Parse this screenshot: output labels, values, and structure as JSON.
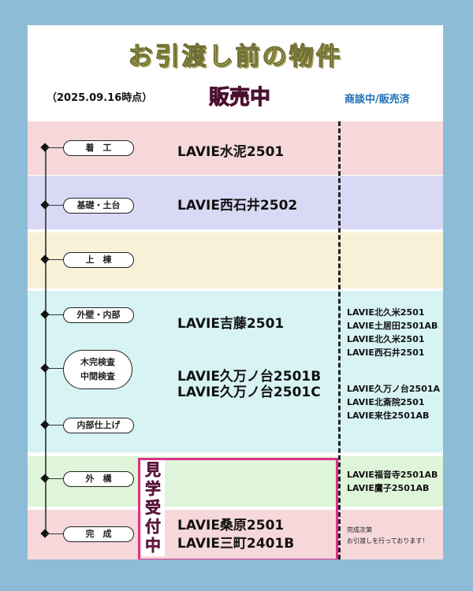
{
  "header": {
    "title": "お引渡し前の物件",
    "as_of": "（2025.09.16時点）",
    "on_sale_heading": "販売中",
    "negotiating_heading": "商談中/販売済"
  },
  "stages": [
    {
      "label": "着　工"
    },
    {
      "label": "基礎・土台"
    },
    {
      "label": "上　棟"
    },
    {
      "label": "外壁・内部"
    },
    {
      "label_line1": "木完検査",
      "label_line2": "中間検査"
    },
    {
      "label": "内部仕上げ"
    },
    {
      "label": "外　構"
    },
    {
      "label": "完　成"
    }
  ],
  "on_sale": {
    "chakko": "LAVIE水泥2501",
    "kiso": "LAVIE西石井2502",
    "gaiheki": "LAVIE吉藤2501",
    "kanken_1": "LAVIE久万ノ台2501B",
    "kanken_2": "LAVIE久万ノ台2501C",
    "kansei_1": "LAVIE桑原2501",
    "kansei_2": "LAVIE三町2401B"
  },
  "negotiating": {
    "group_a": [
      "LAVIE北久米2501",
      "LAVIE土居田2501AB",
      "LAVIE北久米2501",
      "LAVIE西石井2501"
    ],
    "group_b": [
      "LAVIE久万ノ台2501A",
      "LAVIE北斎院2501",
      "LAVIE来住2501AB"
    ],
    "group_c": [
      "LAVIE福音寺2501AB",
      "LAVIE鷹子2501AB"
    ],
    "note_line1": "完成次第",
    "note_line2": "お引渡しを行っております！"
  },
  "viewing_label": "見学受付中",
  "colors": {
    "background": "#8dbcd6",
    "accent_pink": "#e0318a",
    "title_yellow": "#f5ea6a",
    "negotiating_blue": "#1e6fb8"
  }
}
